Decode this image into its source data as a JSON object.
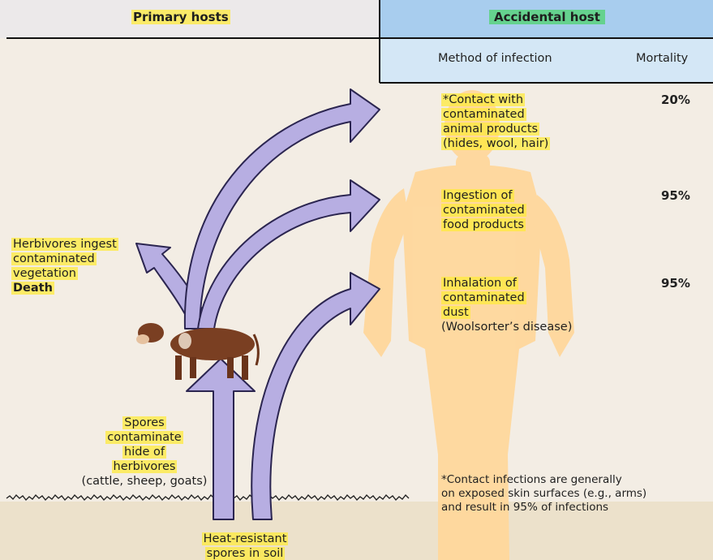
{
  "headers": {
    "primary": "Primary hosts",
    "accidental": "Accidental host",
    "method": "Method of infection",
    "mortality": "Mortality"
  },
  "routes": [
    {
      "lines": [
        "*Contact with",
        "contaminated",
        "animal products",
        "(hides, wool, hair)"
      ],
      "mortality": "20%"
    },
    {
      "lines": [
        "Ingestion of",
        "contaminated",
        "food products"
      ],
      "mortality": "95%"
    },
    {
      "lines": [
        "Inhalation of",
        "contaminated",
        "dust",
        "(Woolsorter’s disease)"
      ],
      "mortality": "95%"
    }
  ],
  "herbivores": {
    "lines": [
      "Herbivores ingest",
      "contaminated",
      "vegetation"
    ],
    "outcome": "Death"
  },
  "spores_hide": [
    "Spores",
    "contaminate",
    "hide of",
    "herbivores",
    "(cattle, sheep, goats)"
  ],
  "soil": [
    "Heat-resistant",
    "spores in soil"
  ],
  "footnote": [
    "*Contact infections are generally",
    "on exposed skin surfaces (e.g., arms)",
    "and result in 95% of infections"
  ],
  "colors": {
    "arrow_fill": "#b7aee2",
    "arrow_stroke": "#2b2550",
    "highlight": "#ffe93c",
    "human": "#ffd79a",
    "header_blue": "#cde4f6",
    "header_green": "#4fd36e",
    "cow": "#7a3f22"
  },
  "icons": [
    "cow-icon",
    "human-silhouette-icon"
  ]
}
